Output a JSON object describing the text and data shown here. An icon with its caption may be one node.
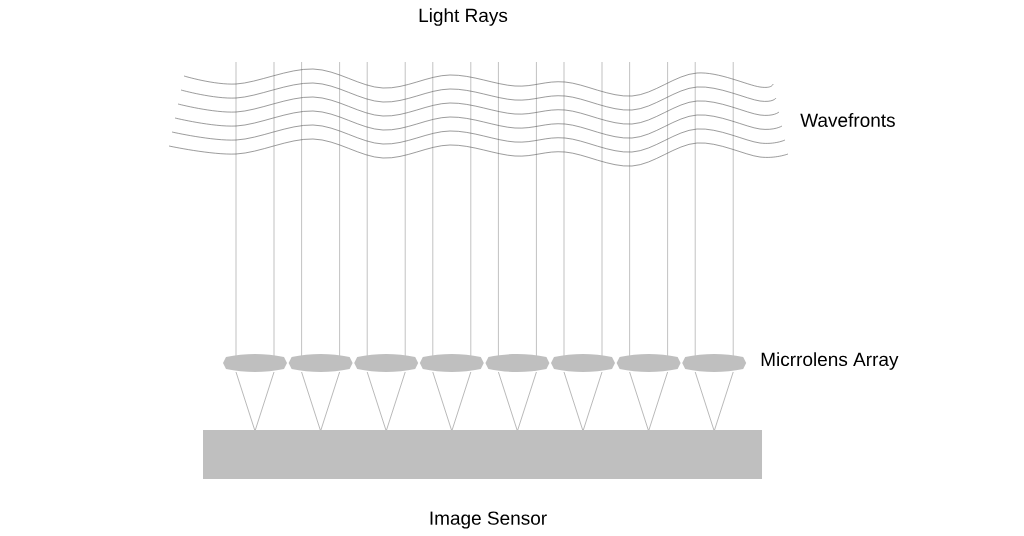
{
  "diagram": {
    "labels": [
      "Light Rays",
      "Wavefronts",
      "Micrrolens Array",
      "Image Sensor"
    ]
  }
}
